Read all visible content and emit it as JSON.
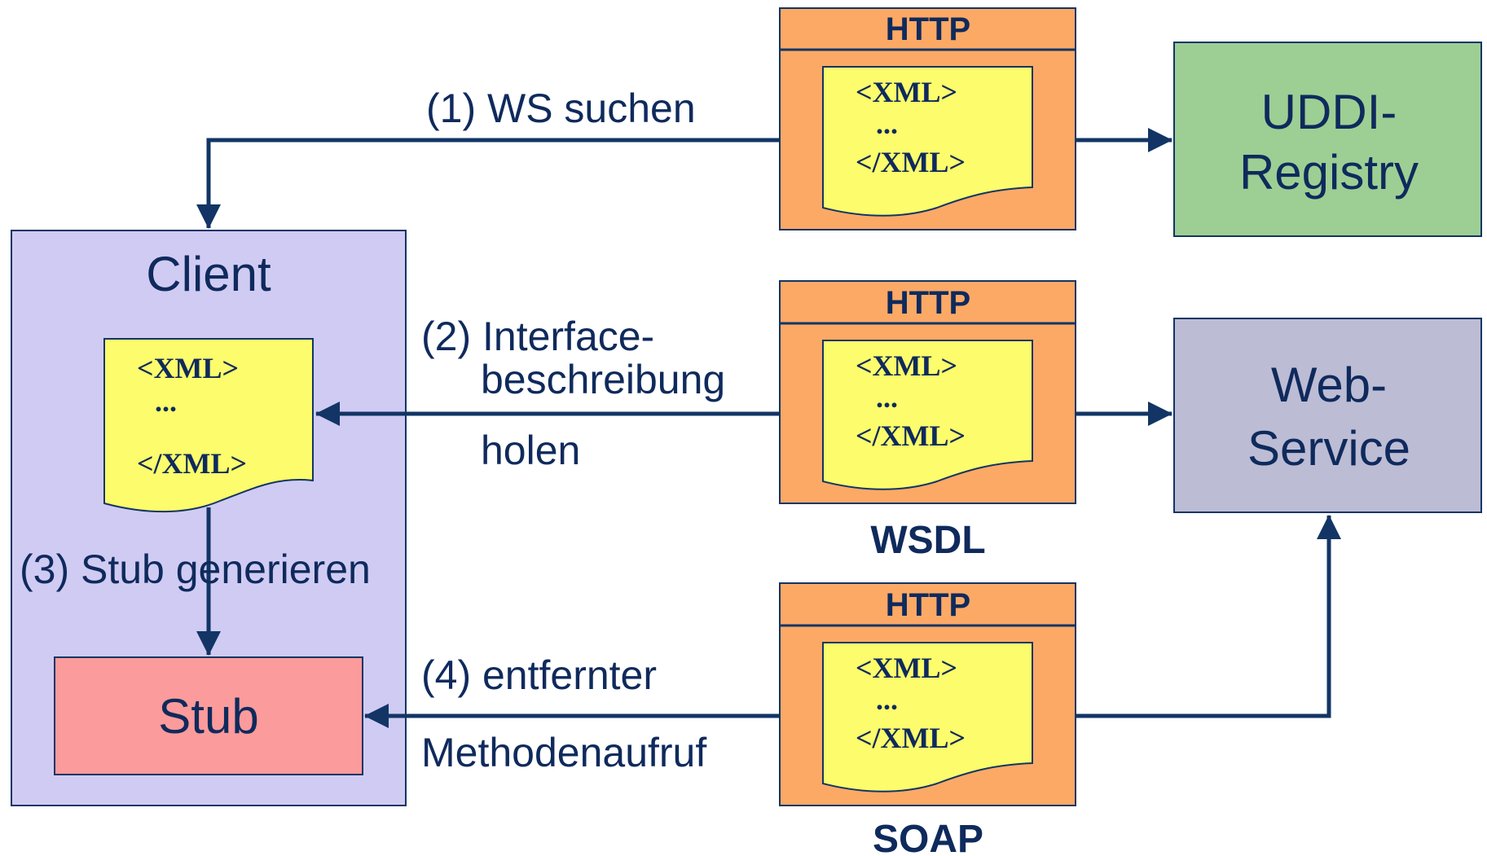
{
  "colors": {
    "client_box": "#d0cbf3",
    "stub_box": "#fc9b9b",
    "uddi_box": "#9dcf94",
    "webservice_box": "#bdbcd5",
    "http_envelope": "#fca966",
    "xml_document": "#fcfc6c",
    "line_navy": "#123565"
  },
  "client": {
    "title": "Client",
    "xml_doc": {
      "open": "<XML>",
      "dots": "...",
      "close": "</XML>"
    },
    "stub_label": "Stub",
    "step3": "(3) Stub generieren"
  },
  "uddi": {
    "line1": "UDDI-",
    "line2": "Registry"
  },
  "webservice": {
    "line1": "Web-",
    "line2": "Service"
  },
  "messages": [
    {
      "header": "HTTP",
      "xml_open": "<XML>",
      "xml_dots": "...",
      "xml_close": "</XML>",
      "caption": ""
    },
    {
      "header": "HTTP",
      "xml_open": "<XML>",
      "xml_dots": "...",
      "xml_close": "</XML>",
      "caption": "WSDL"
    },
    {
      "header": "HTTP",
      "xml_open": "<XML>",
      "xml_dots": "...",
      "xml_close": "</XML>",
      "caption": "SOAP"
    }
  ],
  "steps": {
    "step1": "(1) WS suchen",
    "step2_line1": "(2) Interface-",
    "step2_line2": "beschreibung",
    "step2_line3": "holen",
    "step4_line1": "(4) entfernter",
    "step4_line2": "Methodenaufruf"
  }
}
